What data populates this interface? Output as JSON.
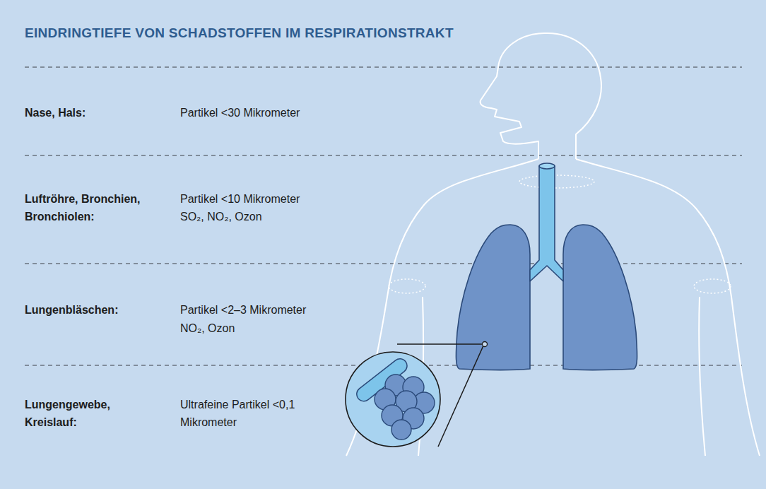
{
  "diagram": {
    "title": "EINDRINGTIEFE VON SCHADSTOFFEN IM RESPIRATIONSTRAKT",
    "labels": [
      "Nase, Hals:",
      "Partikel <30 Mikrometer",
      "Luftröhre, Bronchien, Bronchiolen:",
      "Partikel <10 Mikrometer",
      "SO₂, NO₂, Ozon",
      "Lungenbläschen:",
      "Partikel <2–3 Mikrometer",
      "NO₂, Ozon",
      "Lungengewebe, Kreislauf:",
      "Ultrafeine Partikel <0,1 Mikrometer"
    ]
  }
}
